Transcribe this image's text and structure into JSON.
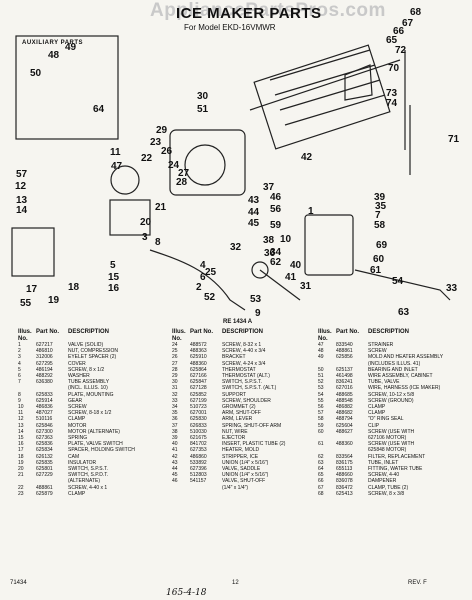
{
  "watermark": "AppliancePartsPros.com",
  "title": "ICE MAKER PARTS",
  "model_line": "For Model EKD-16VMWR",
  "aux_title": "AUXILIARY PARTS",
  "catalog_ref": "RE 1434 A",
  "callouts": [
    "68",
    "67",
    "66",
    "65",
    "72",
    "70",
    "73",
    "74",
    "49",
    "48",
    "50",
    "64",
    "30",
    "51",
    "29",
    "23",
    "22",
    "26",
    "24",
    "27",
    "28",
    "37",
    "43",
    "44",
    "45",
    "46",
    "56",
    "42",
    "11",
    "47",
    "57",
    "12",
    "13",
    "14",
    "21",
    "20",
    "3",
    "8",
    "1",
    "39",
    "35",
    "7",
    "58",
    "59",
    "10",
    "34",
    "25",
    "52",
    "9",
    "53",
    "36",
    "4",
    "6",
    "2",
    "5",
    "15",
    "16",
    "17",
    "55",
    "40",
    "41",
    "31",
    "69",
    "60",
    "61",
    "38",
    "62",
    "18",
    "19",
    "33",
    "71",
    "63",
    "54",
    "32"
  ],
  "table_headers": {
    "illus": "Illus. No.",
    "part": "Part No.",
    "desc": "DESCRIPTION"
  },
  "parts_columns": [
    [
      [
        "1",
        "627217",
        "VALVE (SOLID)"
      ],
      [
        "2",
        "486810",
        "NUT, COMPRESSION"
      ],
      [
        "3",
        "312006",
        "EYELET SPACER (2)"
      ],
      [
        "4",
        "627295",
        "COVER"
      ],
      [
        "5",
        "486194",
        "SCREW, 8 x 1/2"
      ],
      [
        "6",
        "488292",
        "WASHER"
      ],
      [
        "7",
        "636380",
        "TUBE ASSEMBLY"
      ],
      [
        "",
        "",
        "(INCL. ILLUS. 10)"
      ],
      [
        "8",
        "625833",
        "PLATE, MOUNTING"
      ],
      [
        "9",
        "625914",
        "GEAR"
      ],
      [
        "10",
        "486836",
        "SCREW"
      ],
      [
        "11",
        "487027",
        "SCREW, 8-18 x 1/2"
      ],
      [
        "12",
        "510116",
        "CLAMP"
      ],
      [
        "13",
        "625846",
        "MOTOR"
      ],
      [
        "14",
        "627300",
        "MOTOR (ALTERNATE)"
      ],
      [
        "15",
        "627363",
        "SPRING"
      ],
      [
        "16",
        "625836",
        "PLATE, VALVE SWITCH"
      ],
      [
        "17",
        "625834",
        "SPACER, HOLDING SWITCH"
      ],
      [
        "18",
        "626132",
        "CAM"
      ],
      [
        "19",
        "625835",
        "INSULATOR"
      ],
      [
        "20",
        "625801",
        "SWITCH, S.P.S.T."
      ],
      [
        "21",
        "627229",
        "SWITCH, S.P.D.T."
      ],
      [
        "",
        "",
        "(ALTERNATE)"
      ],
      [
        "22",
        "488861",
        "SCREW, 4-40 x 1"
      ],
      [
        "23",
        "625879",
        "CLAMP"
      ]
    ],
    [
      [
        "24",
        "488572",
        "SCREW, 8-32 x 1"
      ],
      [
        "25",
        "488363",
        "SCREW, 4-40 x 3/4"
      ],
      [
        "26",
        "625910",
        "BRACKET"
      ],
      [
        "27",
        "488360",
        "SCREW, 4-24 x 3/4"
      ],
      [
        "28",
        "625864",
        "THERMOSTAT"
      ],
      [
        "29",
        "627166",
        "THERMOSTAT (ALT.)"
      ],
      [
        "30",
        "625847",
        "SWITCH, S.P.S.T."
      ],
      [
        "31",
        "627128",
        "SWITCH, S.P.S.T. (ALT.)"
      ],
      [
        "32",
        "625852",
        "SUPPORT"
      ],
      [
        "33",
        "627199",
        "SCREW, SHOULDER"
      ],
      [
        "34",
        "510723",
        "GROMMET (2)"
      ],
      [
        "35",
        "627001",
        "ARM, SHUT-OFF"
      ],
      [
        "36",
        "625830",
        "ARM, LEVER"
      ],
      [
        "37",
        "626833",
        "SPRING, SHUT-OFF ARM"
      ],
      [
        "38",
        "510030",
        "NUT, WIRE"
      ],
      [
        "39",
        "621675",
        "EJECTOR"
      ],
      [
        "40",
        "841702",
        "INSERT, PLASTIC TUBE (2)"
      ],
      [
        "41",
        "627353",
        "HEATER, MOLD"
      ],
      [
        "42",
        "486860",
        "STRIPPER, ICE"
      ],
      [
        "43",
        "533892",
        "UNION (1/4\" x 5/16\")"
      ],
      [
        "44",
        "627396",
        "VALVE, SADDLE"
      ],
      [
        "45",
        "512803",
        "UNION (1/4\" x 5/16\")"
      ],
      [
        "46",
        "541157",
        "VALVE, SHUT-OFF"
      ],
      [
        "",
        "",
        "(1/4\" x 1/4\")"
      ]
    ],
    [
      [
        "47",
        "833540",
        "STRAINER"
      ],
      [
        "48",
        "488861",
        "SCREW"
      ],
      [
        "49",
        "625856",
        "MOLD AND HEATER ASSEMBLY"
      ],
      [
        "",
        "",
        "(INCLUDES ILLUS. 41)"
      ],
      [
        "50",
        "625137",
        "BEARING AND INLET"
      ],
      [
        "51",
        "461498",
        "WIRE ASSEMBLY, CABINET"
      ],
      [
        "52",
        "836241",
        "TUBE, VALVE"
      ],
      [
        "53",
        "627016",
        "WIRE, HARNESS (ICE MAKER)"
      ],
      [
        "54",
        "488685",
        "SCREW, 10-12 x 5/8"
      ],
      [
        "55",
        "488548",
        "SCREW (GROUND)"
      ],
      [
        "56",
        "486882",
        "CLAMP"
      ],
      [
        "57",
        "488682",
        "CLAMP"
      ],
      [
        "58",
        "488794",
        "\"O\" RING SEAL"
      ],
      [
        "59",
        "625604",
        "CLIP"
      ],
      [
        "60",
        "488627",
        "SCREW (USE WITH"
      ],
      [
        "",
        "",
        "627106 MOTOR)"
      ],
      [
        "61",
        "488360",
        "SCREW (USE WITH"
      ],
      [
        "",
        "",
        "625848 MOTOR)"
      ],
      [
        "62",
        "833564",
        "FILTER, REPLACEMENT"
      ],
      [
        "63",
        "836175",
        "TUBE, INLET"
      ],
      [
        "64",
        "655113",
        "FITTING, WATER TUBE"
      ],
      [
        "65",
        "488660",
        "SCREW, 4-40"
      ],
      [
        "66",
        "836078",
        "DAMPENER"
      ],
      [
        "67",
        "836472",
        "CLAMP, TUBE (2)"
      ],
      [
        "68",
        "625413",
        "SCREW, 8 x 3/8"
      ]
    ]
  ],
  "footer": {
    "left": "71434",
    "page": "12",
    "rev": "REV. F"
  },
  "handwritten_note": "165-4-18"
}
